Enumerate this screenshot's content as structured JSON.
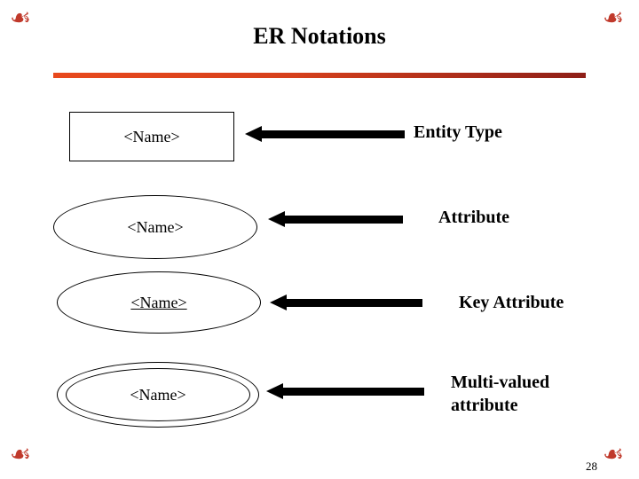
{
  "slide": {
    "title": "ER Notations",
    "page_number": "28",
    "accent_color": "#e8491d",
    "accent_color_end": "#8e1f18",
    "glyph_color": "#c0392b",
    "corner_glyph": "☙"
  },
  "notations": [
    {
      "shape": "rectangle",
      "shape_text": "<Name>",
      "label": "Entity Type"
    },
    {
      "shape": "ellipse",
      "shape_text": "<Name>",
      "label": "Attribute"
    },
    {
      "shape": "ellipse-underlined",
      "shape_text": "<Name>",
      "label": "Key Attribute"
    },
    {
      "shape": "double-ellipse",
      "shape_text": "<Name>",
      "label_line1": "Multi-valued",
      "label_line2": "attribute"
    }
  ]
}
